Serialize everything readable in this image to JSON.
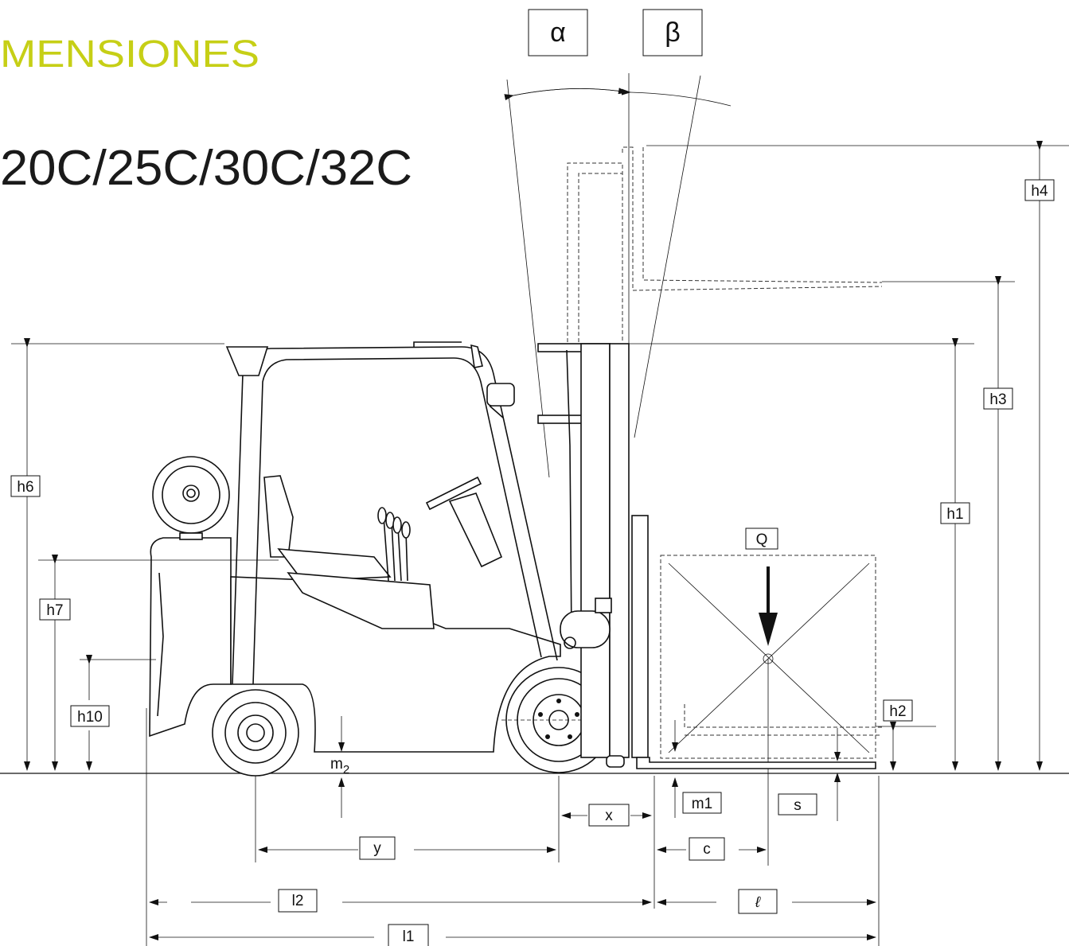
{
  "header": {
    "title": "MENSIONES",
    "model_line": "20C/25C/30C/32C"
  },
  "labels": {
    "alpha": "α",
    "beta": "β",
    "h1": "h1",
    "h2": "h2",
    "h3": "h3",
    "h4": "h4",
    "h6": "h6",
    "h7": "h7",
    "h10": "h10",
    "Q": "Q",
    "m1": "m1",
    "m2": "m",
    "m2_sub": "2",
    "s": "s",
    "x": "x",
    "y": "y",
    "c": "c",
    "l1": "l1",
    "l2": "l2",
    "ell": "ℓ"
  },
  "colors": {
    "title_accent": "#c6cf16",
    "ink": "#111111"
  }
}
